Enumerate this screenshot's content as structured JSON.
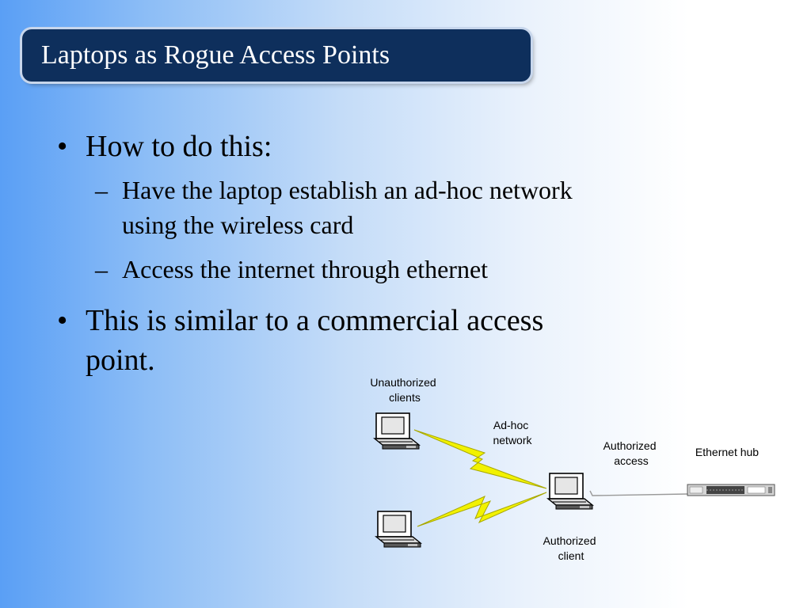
{
  "slide": {
    "title": "Laptops as Rogue Access Points",
    "bullets": [
      {
        "marker": "•",
        "text": "How to do this:",
        "sub": [
          {
            "marker": "–",
            "line1": "Have the laptop establish an ad-hoc network",
            "line2": "using the wireless card"
          },
          {
            "marker": "–",
            "line1": "Access the internet through ethernet"
          }
        ]
      },
      {
        "marker": "•",
        "line1": "This is similar to a commercial access",
        "line2": "point."
      }
    ]
  },
  "diagram": {
    "labels": {
      "unauthorized_clients": [
        "Unauthorized",
        "clients"
      ],
      "adhoc_network": [
        "Ad-hoc",
        "network"
      ],
      "authorized_access": [
        "Authorized",
        "access"
      ],
      "ethernet_hub": "Ethernet hub",
      "authorized_client": [
        "Authorized",
        "client"
      ]
    },
    "icons": [
      "laptop-icon",
      "laptop-icon",
      "laptop-icon",
      "ethernet-hub-icon",
      "lightning-bolt-icon"
    ],
    "colors": {
      "title_bar": "#0e2f5c",
      "wireless_bolt": "#f2f200",
      "background_left": "#5a9ff5",
      "background_right": "#ffffff"
    }
  }
}
